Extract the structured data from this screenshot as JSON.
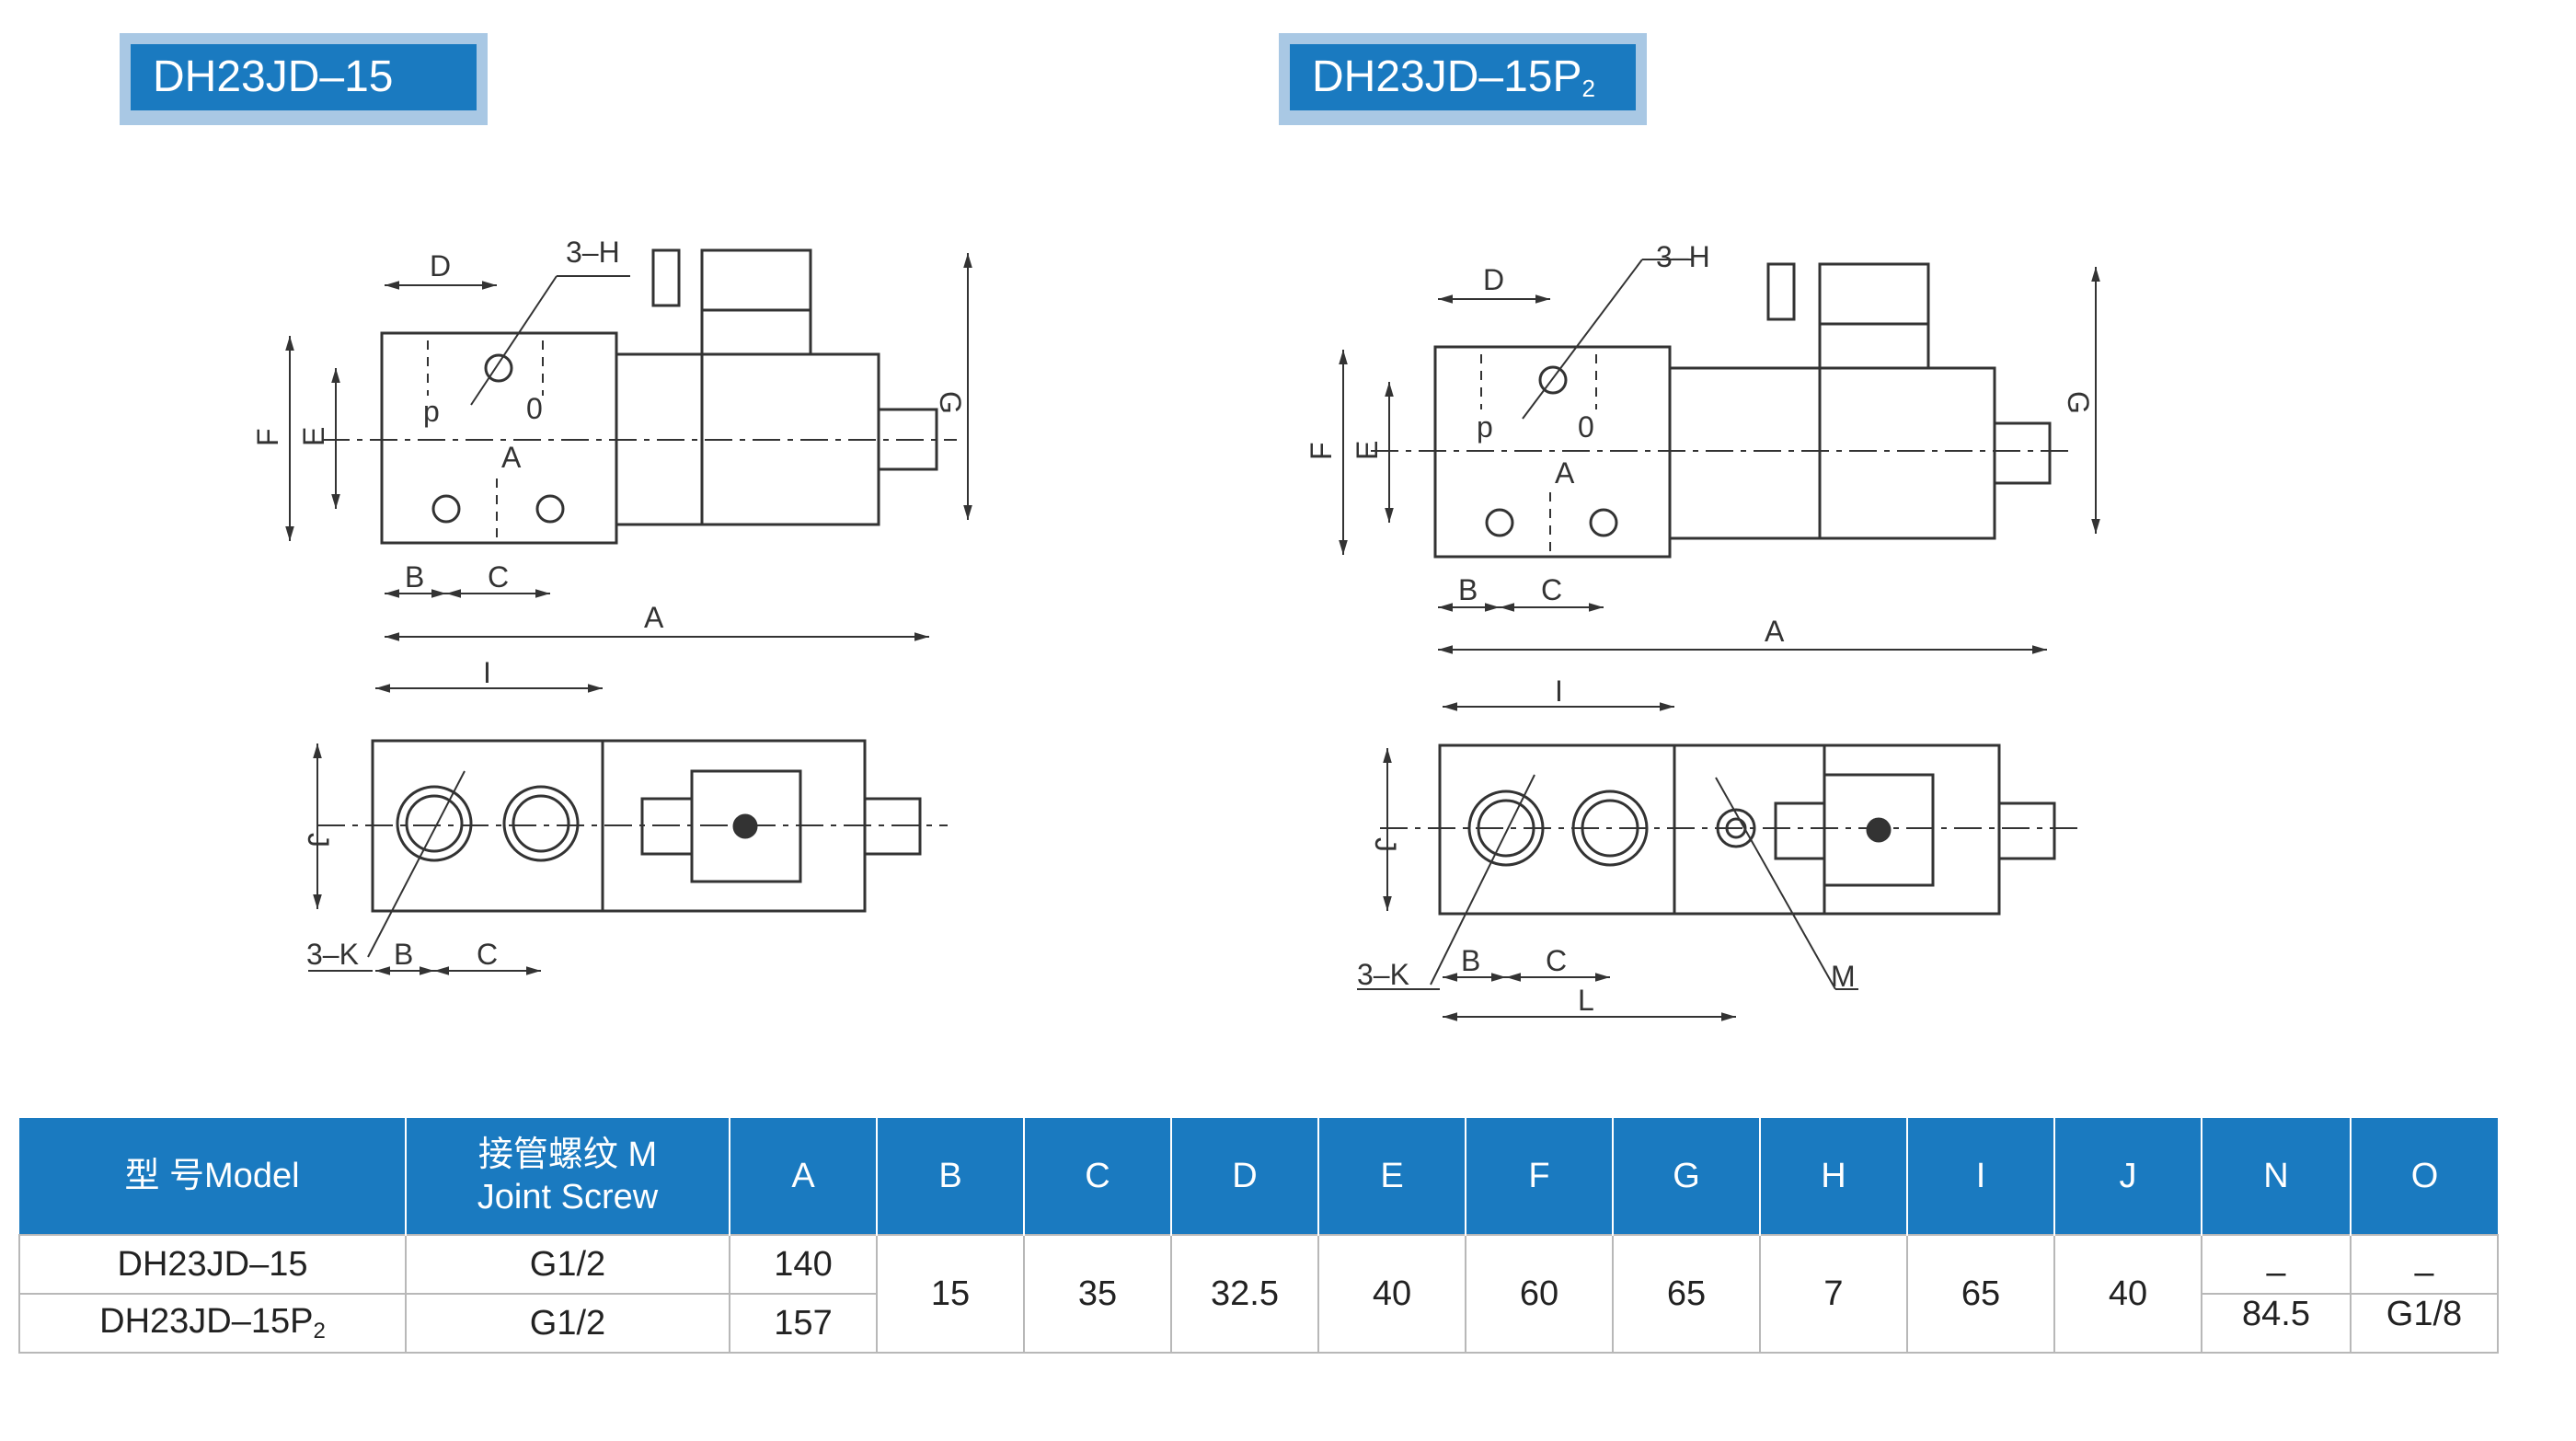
{
  "models": [
    {
      "base": "DH23JD–15",
      "sub": ""
    },
    {
      "base": "DH23JD–15P",
      "sub": "2"
    }
  ],
  "drawing_labels": {
    "D": "D",
    "H": "3–H",
    "p": "p",
    "o": "0",
    "A": "A",
    "F": "F",
    "E": "E",
    "G": "G",
    "B": "B",
    "C": "C",
    "I": "I",
    "J": "J",
    "K": "3–K",
    "M": "M",
    "L": "L"
  },
  "table": {
    "header_model": "型 号Model",
    "header_thread_cn": "接管螺纹 M",
    "header_thread_en": "Joint Screw",
    "columns": [
      "A",
      "B",
      "C",
      "D",
      "E",
      "F",
      "G",
      "H",
      "I",
      "J",
      "N",
      "O"
    ],
    "rows": [
      {
        "thread": "G1/2",
        "A": "140",
        "N": "–",
        "O": "–"
      },
      {
        "thread": "G1/2",
        "A": "157",
        "N": "84.5",
        "O": "G1/8"
      }
    ],
    "shared": {
      "B": "15",
      "C": "35",
      "D": "32.5",
      "E": "40",
      "F": "60",
      "G": "65",
      "H": "7",
      "I": "65",
      "J": "40"
    }
  }
}
